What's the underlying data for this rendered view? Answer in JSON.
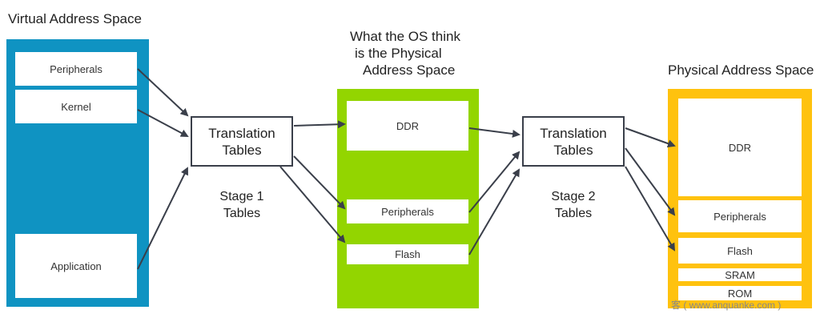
{
  "titles": {
    "virtual": "Virtual Address Space",
    "os_think_1": "What the OS think",
    "os_think_2": "is the Physical",
    "os_think_3": "Address Space",
    "physical": "Physical Address Space"
  },
  "virtual_space": {
    "color": "#0f93c2",
    "regions": [
      "Peripherals",
      "Kernel",
      "Application"
    ]
  },
  "translation_tables": {
    "stage1_box_line1": "Translation",
    "stage1_box_line2": "Tables",
    "stage1_label_line1": "Stage 1",
    "stage1_label_line2": "Tables",
    "stage2_box_line1": "Translation",
    "stage2_box_line2": "Tables",
    "stage2_label_line1": "Stage 2",
    "stage2_label_line2": "Tables"
  },
  "ipa_space": {
    "color": "#93d500",
    "regions": [
      "DDR",
      "Peripherals",
      "Flash"
    ]
  },
  "physical_space": {
    "color": "#ffc20e",
    "regions": [
      "DDR",
      "Peripherals",
      "Flash",
      "SRAM",
      "ROM"
    ]
  },
  "watermark": "客 ( www.anquanke.com )"
}
